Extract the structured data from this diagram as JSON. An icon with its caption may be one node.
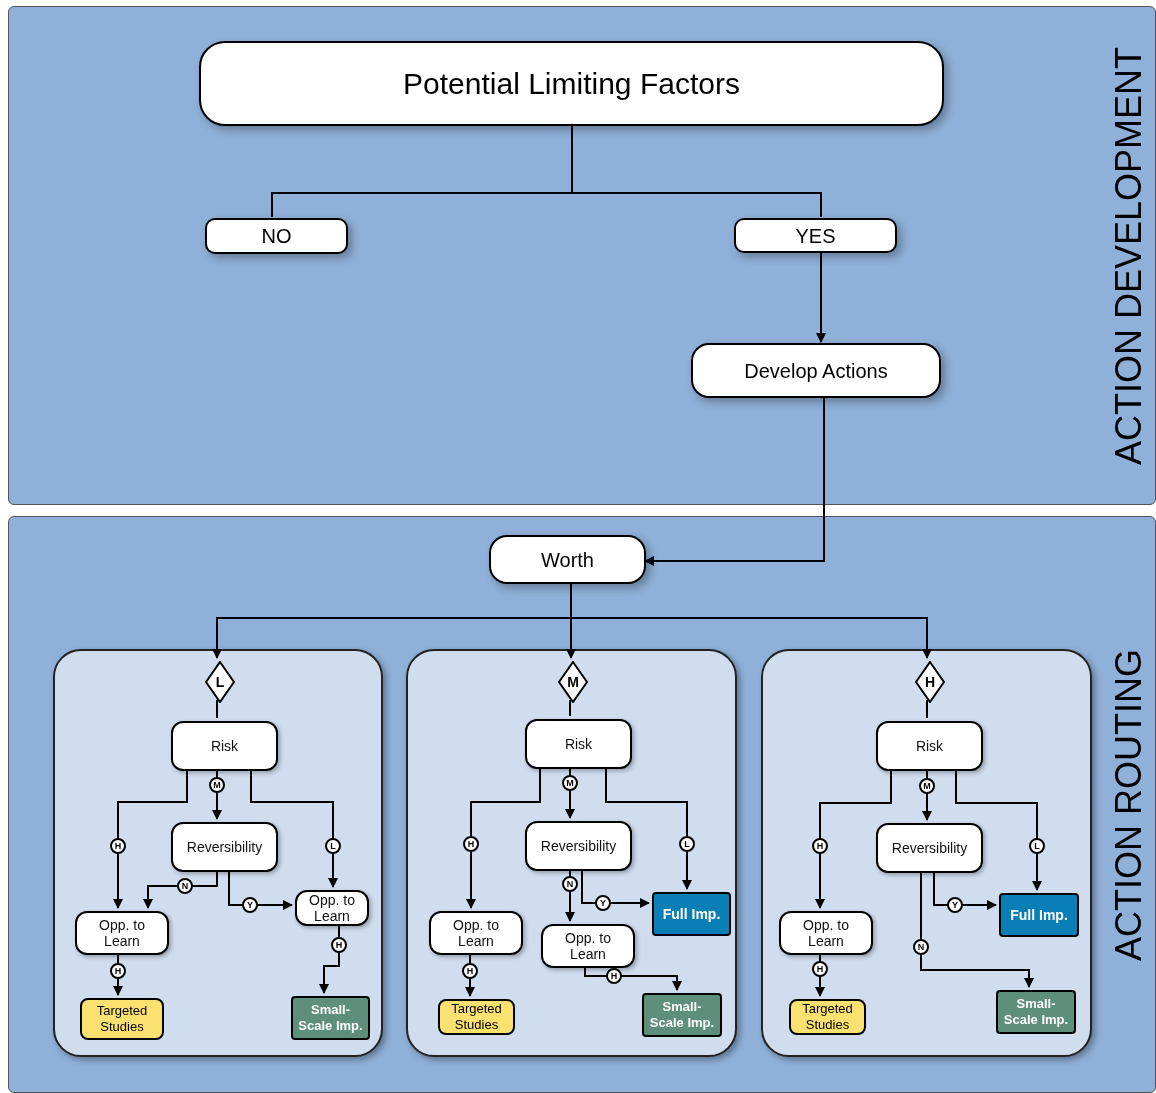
{
  "diagram": {
    "nodes": [
      {
        "text": [
          "ACTION DEVELOPMENT"
        ]
      },
      {
        "text": [
          "Potential Limiting Factors"
        ],
        "in": 0
      },
      {
        "text": [
          "NO"
        ],
        "in": 0
      },
      {
        "text": [
          "YES"
        ],
        "in": 0
      },
      {
        "text": [
          "Develop Actions"
        ],
        "in": 0
      },
      {
        "text": [
          "ACTION ROUTING"
        ]
      },
      {
        "text": [
          "Worth"
        ],
        "in": 5
      },
      {
        "text": [],
        "shape": "box",
        "in": 5
      },
      {
        "text": [
          "L"
        ],
        "in": 7
      },
      {
        "text": [
          "Risk"
        ],
        "in": 7
      },
      {
        "text": [
          "Reversibility"
        ],
        "in": 7
      },
      {
        "text": [
          "Opp. to Learn"
        ],
        "in": 7
      },
      {
        "text": [
          "Opp. to Learn"
        ],
        "in": 7
      },
      {
        "text": [
          "Targeted Studies"
        ],
        "in": 7
      },
      {
        "text": [
          "Small- Scale Imp."
        ],
        "in": 7
      },
      {
        "text": [],
        "shape": "box",
        "in": 5
      },
      {
        "text": [
          "M"
        ],
        "in": 15
      },
      {
        "text": [
          "Risk"
        ],
        "in": 15
      },
      {
        "text": [
          "Reversibility"
        ],
        "in": 15
      },
      {
        "text": [
          "Opp. to Learn"
        ],
        "in": 15
      },
      {
        "text": [
          "Opp. to Learn"
        ],
        "in": 15
      },
      {
        "text": [
          "Full Imp."
        ],
        "in": 15
      },
      {
        "text": [
          "Targeted Studies"
        ],
        "in": 15
      },
      {
        "text": [
          "Small- Scale Imp."
        ],
        "in": 15
      },
      {
        "text": [],
        "shape": "box",
        "in": 5
      },
      {
        "text": [
          "H"
        ],
        "in": 24
      },
      {
        "text": [
          "Risk"
        ],
        "in": 24
      },
      {
        "text": [
          "Reversibility"
        ],
        "in": 24
      },
      {
        "text": [
          "Opp. to Learn"
        ],
        "in": 24
      },
      {
        "text": [
          "Full Imp."
        ],
        "in": 24
      },
      {
        "text": [
          "Targeted Studies"
        ],
        "in": 24
      },
      {
        "text": [
          "Small- Scale Imp."
        ],
        "in": 24
      }
    ],
    "edges": [
      {
        "from": 1,
        "to": 2,
        "arrow": "none"
      },
      {
        "from": 1,
        "to": 3,
        "arrow": "none"
      },
      {
        "from": 3,
        "to": 4,
        "arrow": "to"
      },
      {
        "from": 4,
        "to": 6,
        "arrow": "to"
      },
      {
        "from": 6,
        "to": 8,
        "arrow": "to"
      },
      {
        "from": 6,
        "to": 16,
        "arrow": "to"
      },
      {
        "from": 6,
        "to": 25,
        "arrow": "to"
      },
      {
        "from": 8,
        "to": 9,
        "arrow": "none"
      },
      {
        "from": 9,
        "to": 11,
        "label": "H",
        "arrow": "to"
      },
      {
        "from": 9,
        "to": 10,
        "label": "M",
        "arrow": "to"
      },
      {
        "from": 9,
        "to": 12,
        "label": "L",
        "arrow": "to"
      },
      {
        "from": 10,
        "to": 11,
        "label": "N",
        "arrow": "to"
      },
      {
        "from": 10,
        "to": 12,
        "label": "Y",
        "arrow": "to"
      },
      {
        "from": 11,
        "to": 13,
        "label": "H",
        "arrow": "to"
      },
      {
        "from": 12,
        "to": 14,
        "label": "H",
        "arrow": "to"
      },
      {
        "from": 16,
        "to": 17,
        "arrow": "none"
      },
      {
        "from": 17,
        "to": 19,
        "label": "H",
        "arrow": "to"
      },
      {
        "from": 17,
        "to": 18,
        "label": "M",
        "arrow": "to"
      },
      {
        "from": 17,
        "to": 21,
        "label": "L",
        "arrow": "to"
      },
      {
        "from": 18,
        "to": 20,
        "label": "N",
        "arrow": "to"
      },
      {
        "from": 18,
        "to": 21,
        "label": "Y",
        "arrow": "to"
      },
      {
        "from": 19,
        "to": 22,
        "label": "H",
        "arrow": "to"
      },
      {
        "from": 20,
        "to": 23,
        "label": "H",
        "arrow": "to"
      },
      {
        "from": 25,
        "to": 26,
        "arrow": "none"
      },
      {
        "from": 26,
        "to": 28,
        "label": "H",
        "arrow": "to"
      },
      {
        "from": 26,
        "to": 27,
        "label": "M",
        "arrow": "to"
      },
      {
        "from": 26,
        "to": 29,
        "label": "L",
        "arrow": "to"
      },
      {
        "from": 27,
        "to": 29,
        "label": "Y",
        "arrow": "to"
      },
      {
        "from": 27,
        "to": 31,
        "label": "N",
        "arrow": "to"
      },
      {
        "from": 28,
        "to": 30,
        "label": "H",
        "arrow": "to"
      }
    ]
  }
}
